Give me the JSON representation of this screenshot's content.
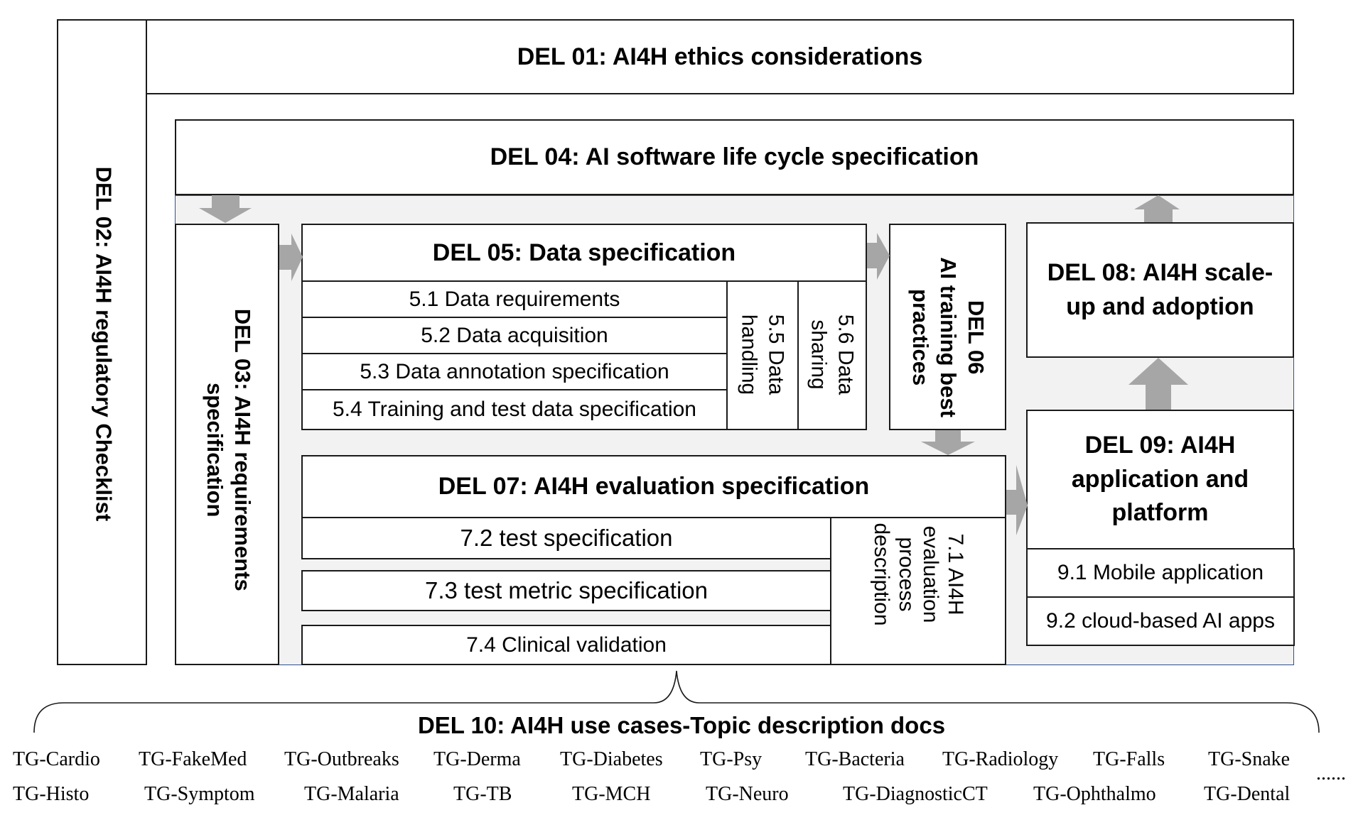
{
  "del01": "DEL 01: AI4H ethics considerations",
  "del02": "DEL 02: AI4H regulatory Checklist",
  "del03": [
    "DEL 03: AI4H requirements",
    "specification"
  ],
  "del04": "DEL 04: AI software life cycle specification",
  "del05": {
    "title": "DEL 05: Data specification",
    "rows": [
      "5.1 Data requirements",
      "5.2 Data acquisition",
      "5.3 Data annotation specification",
      "5.4 Training and test data specification"
    ],
    "handling": [
      "5.5 Data",
      "handling"
    ],
    "sharing": [
      "5.6 Data",
      "sharing"
    ]
  },
  "del06": [
    "DEL 06",
    "AI training best",
    "practices"
  ],
  "del07": {
    "title": "DEL 07: AI4H evaluation specification",
    "rows": [
      "7.2 test specification",
      "7.3 test metric specification",
      "7.4 Clinical validation"
    ],
    "side": [
      "7.1 AI4H",
      "evaluation",
      "process",
      "description"
    ]
  },
  "del08": [
    "DEL 08: AI4H scale-",
    "up and adoption"
  ],
  "del09": {
    "title": [
      "DEL 09: AI4H",
      "application and",
      "platform"
    ],
    "rows": [
      "9.1 Mobile application",
      "9.2 cloud-based AI apps"
    ]
  },
  "del10": "DEL 10: AI4H use cases-Topic description docs",
  "tg_row1": [
    "TG-Cardio",
    "TG-FakeMed",
    "TG-Outbreaks",
    "TG-Derma",
    "TG-Diabetes",
    "TG-Psy",
    "TG-Bacteria",
    "TG-Radiology",
    "TG-Falls",
    "TG-Snake"
  ],
  "tg_row2": [
    "TG-Histo",
    "TG-Symptom",
    "TG-Malaria",
    "TG-TB",
    "TG-MCH",
    "TG-Neuro",
    "TG-DiagnosticCT",
    "TG-Ophthalmo",
    "TG-Dental"
  ],
  "ellipsis": "......",
  "colors": {
    "arrow": "#a6a6a6",
    "panel": "#f2f2f2",
    "border": "#1a1a1a",
    "panel_border": "#2f4f8f"
  }
}
